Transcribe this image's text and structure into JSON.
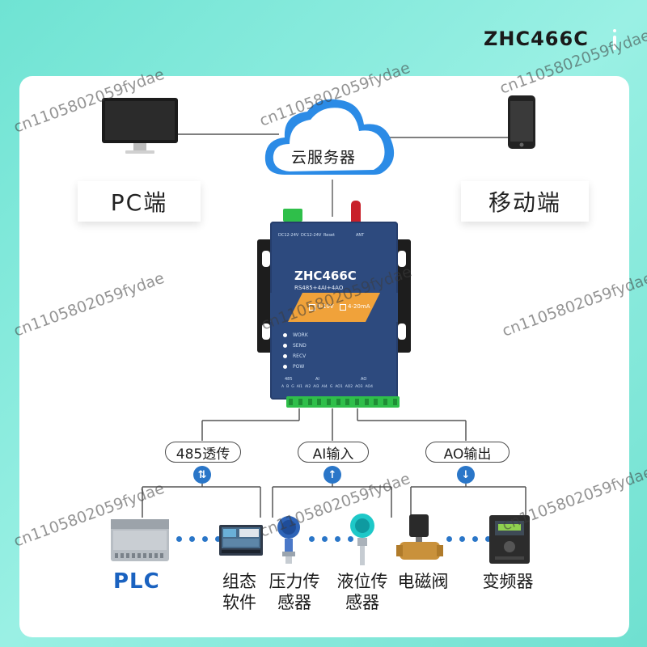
{
  "header": {
    "model": "ZHC466C"
  },
  "top": {
    "cloud_label": "云服务器",
    "pc_label": "PC端",
    "mobile_label": "移动端"
  },
  "device": {
    "model": "ZHC466C",
    "subtitle": "RS485+4AI+4AO",
    "range_1": "0-10V",
    "range_2": "4-20mA",
    "leds": [
      "WORK",
      "SEND",
      "RECV",
      "POW"
    ],
    "port_groups": [
      "485",
      "AI",
      "AO"
    ],
    "ports": [
      "A",
      "B",
      "G",
      "AI1",
      "AI2",
      "AI3",
      "AI4",
      "G",
      "AO1",
      "AO2",
      "AO3",
      "AO4"
    ],
    "power_labels": [
      "DC12-24V",
      "DC12-24V"
    ],
    "reset_label": "Reset",
    "ant_label": "ANT"
  },
  "branches": {
    "b485": "485透传",
    "ai": "AI输入",
    "ao": "AO输出"
  },
  "bottom": {
    "plc": "PLC",
    "config_software": "组态\n软件",
    "pressure_sensor": "压力传\n感器",
    "level_sensor": "液位传\n感器",
    "solenoid_valve": "电磁阀",
    "inverter": "变频器"
  },
  "watermark": "cn1105802059fydae",
  "colors": {
    "background": "#7de8d8",
    "device_blue": "#2d4a7e",
    "device_orange": "#f0a23a",
    "terminal_green": "#2fbf4a",
    "accent_blue": "#2a76c8"
  }
}
